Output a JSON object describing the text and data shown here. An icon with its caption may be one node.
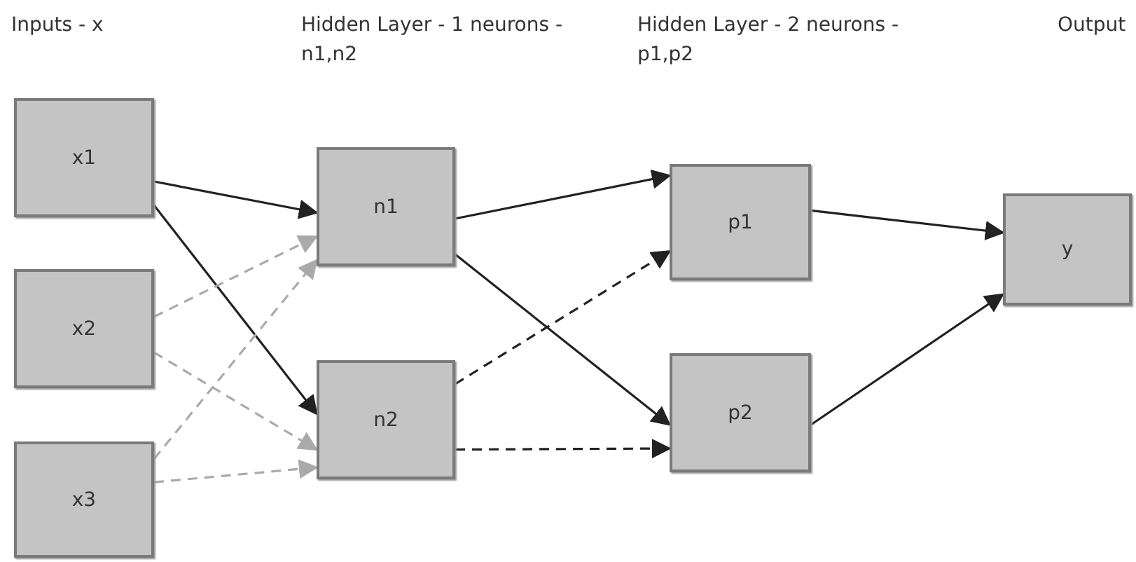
{
  "diagram": {
    "nodes": [
      {
        "text": [
          "x1"
        ]
      },
      {
        "text": [
          "x2"
        ]
      },
      {
        "text": [
          "x3"
        ]
      },
      {
        "text": [
          "n1"
        ]
      },
      {
        "text": [
          "n2"
        ]
      },
      {
        "text": [
          "p1"
        ]
      },
      {
        "text": [
          "p2"
        ]
      },
      {
        "text": [
          "y"
        ]
      }
    ],
    "edges": [
      {
        "from": 0,
        "to": 3,
        "arrow": "to"
      },
      {
        "from": 0,
        "to": 4,
        "arrow": "to"
      },
      {
        "from": 1,
        "to": 3,
        "arrow": "to",
        "style": "dashed",
        "color": "#aaaaaa"
      },
      {
        "from": 1,
        "to": 4,
        "arrow": "to",
        "style": "dashed",
        "color": "#aaaaaa"
      },
      {
        "from": 2,
        "to": 3,
        "arrow": "to",
        "style": "dashed",
        "color": "#aaaaaa"
      },
      {
        "from": 2,
        "to": 4,
        "arrow": "to",
        "style": "dashed",
        "color": "#aaaaaa"
      },
      {
        "from": 3,
        "to": 5,
        "arrow": "to"
      },
      {
        "from": 3,
        "to": 6,
        "arrow": "to"
      },
      {
        "from": 4,
        "to": 5,
        "arrow": "to",
        "style": "dashed"
      },
      {
        "from": 4,
        "to": 6,
        "arrow": "to",
        "style": "dashed"
      },
      {
        "from": 5,
        "to": 7,
        "arrow": "to"
      },
      {
        "from": 6,
        "to": 7,
        "arrow": "to"
      }
    ],
    "labels": [
      "Inputs - x",
      "Hidden Layer - 1 neurons - n1,n2",
      "Hidden Layer - 2 neurons - p1,p2",
      "Output"
    ]
  }
}
